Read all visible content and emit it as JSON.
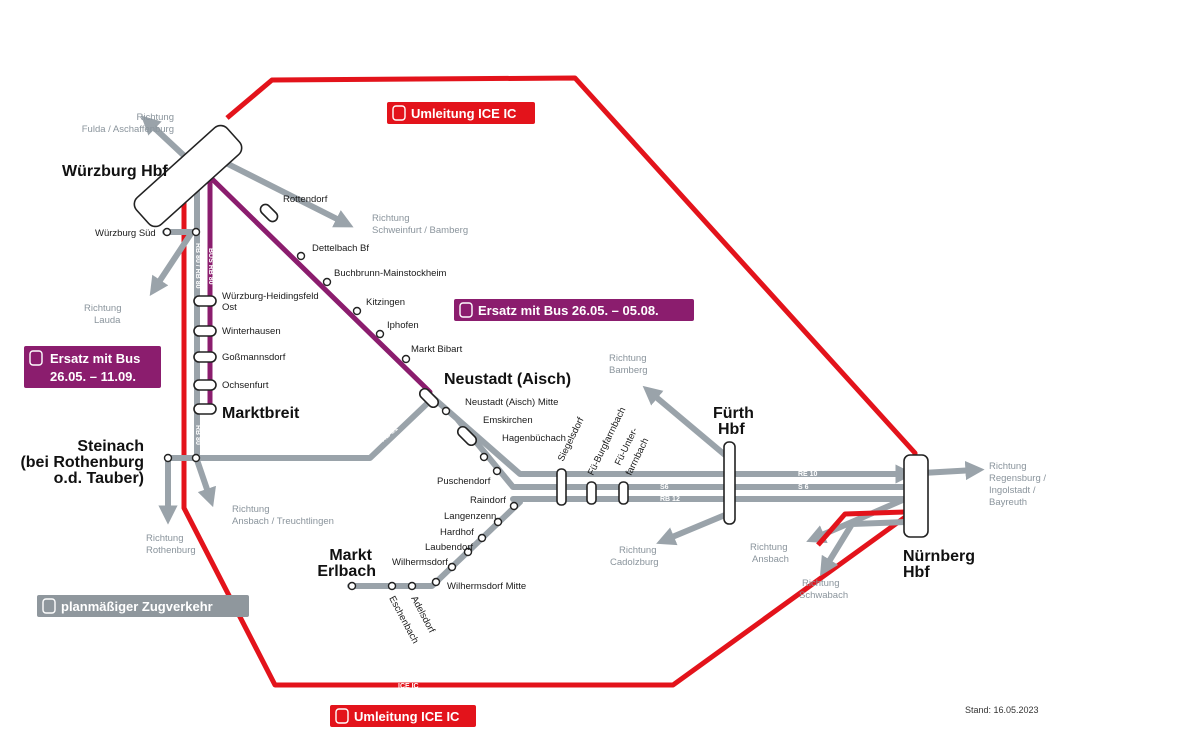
{
  "colors": {
    "ice_red": "#e3131b",
    "bus_purple": "#8b1d6e",
    "regional_grey": "#9aa3aa",
    "station_outline": "#222222"
  },
  "badges": {
    "ice_top": "Umleitung ICE IC",
    "ice_bottom": "Umleitung ICE IC",
    "bus_left_line1": "Ersatz mit Bus",
    "bus_left_line2": "26.05. – 11.09.",
    "bus_center": "Ersatz mit Bus 26.05. – 05.08.",
    "regular": "planmäßiger Zugverkehr"
  },
  "hubs": {
    "wuerzburg": "Würzburg Hbf",
    "marktbreit": "Marktbreit",
    "neustadt": "Neustadt (Aisch)",
    "fuerth_1": "Fürth",
    "fuerth_2": "Hbf",
    "nuernberg_1": "Nürnberg",
    "nuernberg_2": "Hbf",
    "steinach_1": "Steinach",
    "steinach_2": "(bei Rothenburg",
    "steinach_3": "o.d. Tauber)",
    "markt_erlbach_1": "Markt",
    "markt_erlbach_2": "Erlbach"
  },
  "stations": {
    "wuerzburg_sued": "Würzburg Süd",
    "rottendorf": "Rottendorf",
    "dettelbach": "Dettelbach Bf",
    "buchbrunn": "Buchbrunn-Mainstockheim",
    "kitzingen": "Kitzingen",
    "iphofen": "Iphofen",
    "markt_bibart": "Markt Bibart",
    "heidingsfeld_1": "Würzburg-Heidingsfeld",
    "heidingsfeld_2": "Ost",
    "winterhausen": "Winterhausen",
    "gossmannsdorf": "Goßmannsdorf",
    "ochsenfurt": "Ochsenfurt",
    "neustadt_mitte": "Neustadt (Aisch) Mitte",
    "emskirchen": "Emskirchen",
    "hagenbuechach": "Hagenbüchach",
    "puschendorf": "Puschendorf",
    "siegelsdorf": "Siegelsdorf",
    "burgfarrnbach": "Fü-Burgfarrnbach",
    "unterfarrnbach_1": "Fü-Unter-",
    "unterfarrnbach_2": "farrnbach",
    "raindorf": "Raindorf",
    "langenzenn": "Langenzenn",
    "hardhof": "Hardhof",
    "laubendorf": "Laubendorf",
    "wilhermsdorf": "Wilhermsdorf",
    "wilhermsdorf_mitte": "Wilhermsdorf Mitte",
    "adelsdorf": "Adelsdorf",
    "eschenbach": "Eschenbach"
  },
  "directions": {
    "fulda_1": "Richtung",
    "fulda_2": "Fulda / Aschaffenburg",
    "schweinfurt_1": "Richtung",
    "schweinfurt_2": "Schweinfurt / Bamberg",
    "lauda_1": "Richtung",
    "lauda_2": "Lauda",
    "bamberg_1": "Richtung",
    "bamberg_2": "Bamberg",
    "regensburg_1": "Richtung",
    "regensburg_2": "Regensburg /",
    "regensburg_3": "Ingolstadt /",
    "regensburg_4": "Bayreuth",
    "ansbach_treucht_1": "Richtung",
    "ansbach_treucht_2": "Ansbach / Treuchtlingen",
    "rothenburg_1": "Richtung",
    "rothenburg_2": "Rothenburg",
    "cadolzburg_1": "Richtung",
    "cadolzburg_2": "Cadolzburg",
    "ansbach_1": "Richtung",
    "ansbach_2": "Ansbach",
    "schwabach_1": "Richtung",
    "schwabach_2": "Schwabach"
  },
  "line_labels": {
    "bus_re10": "BUS RE 10",
    "ice_ic_diag": "ICE IC",
    "ice_ic_bottom": "ICE IC",
    "rb80_rb80": "RB 80 / RB 80",
    "bus_rb80": "BUS RB 80",
    "rb80": "RB 80",
    "rb81": "RB 81",
    "re10": "RE 10",
    "s6_top": "S6",
    "s6_bottom": "S 6",
    "rb12": "RB 12"
  },
  "stand": "Stand: 16.05.2023"
}
